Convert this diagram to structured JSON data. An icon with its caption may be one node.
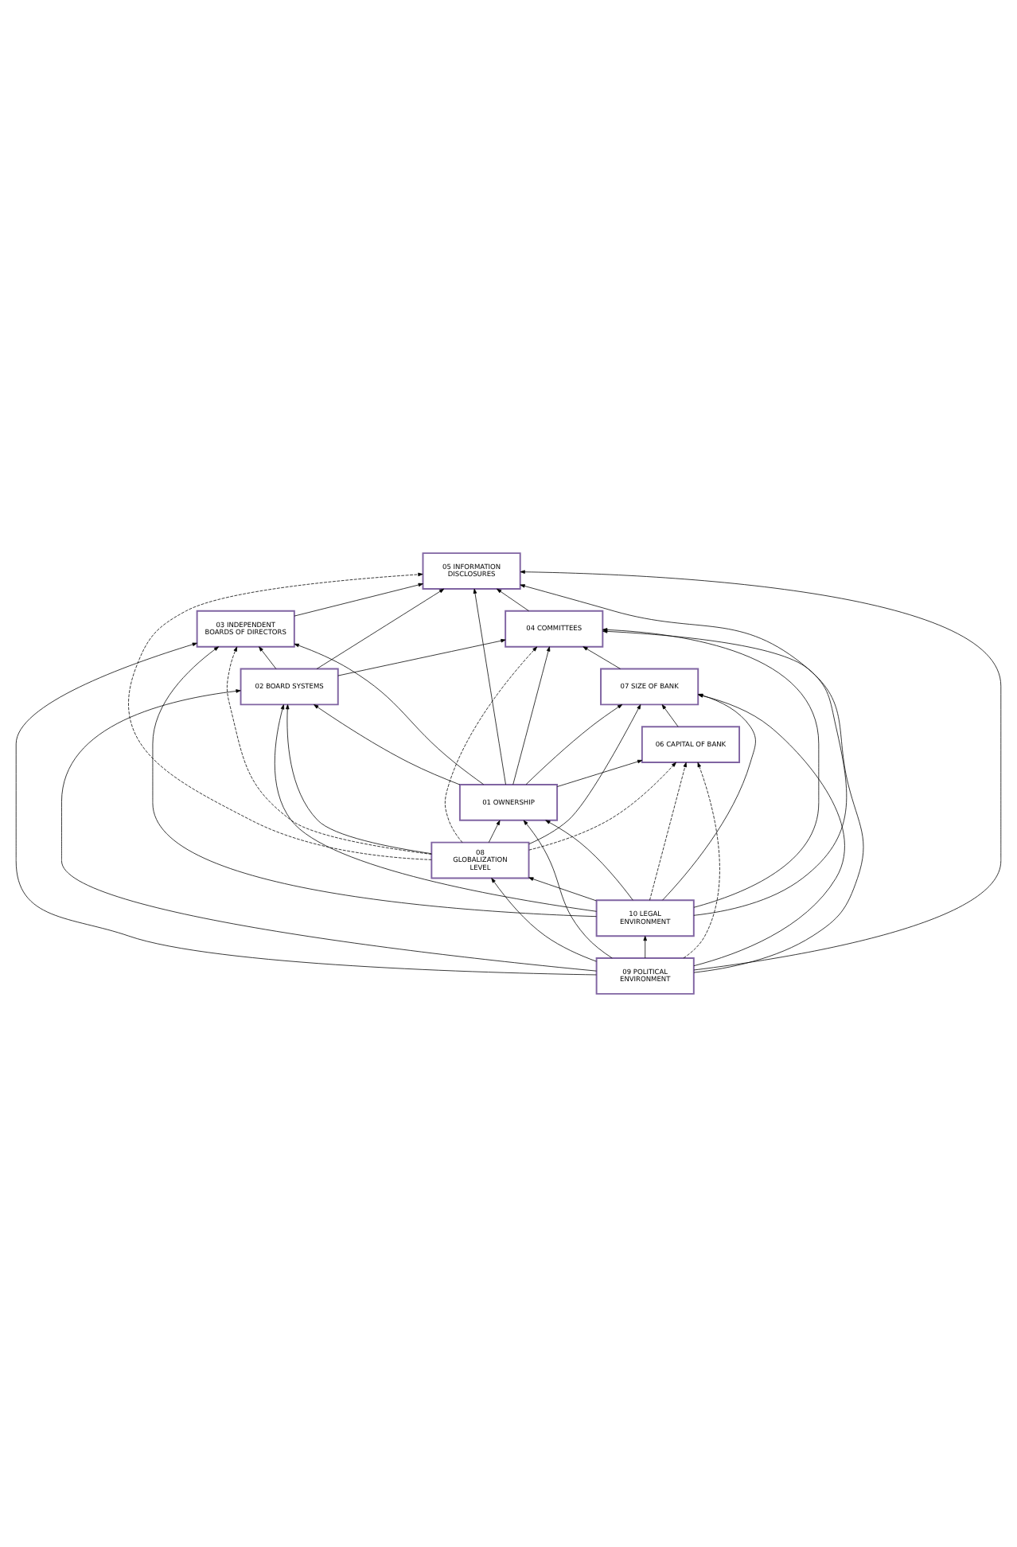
{
  "diagram": {
    "nodes": [
      {
        "text": [
          "05 INFORMATION DISCLOSURES"
        ]
      },
      {
        "text": [
          "03 INDEPENDENT BOARDS OF DIRECTORS"
        ]
      },
      {
        "text": [
          "04 COMMITTEES"
        ]
      },
      {
        "text": [
          "02 BOARD SYSTEMS"
        ]
      },
      {
        "text": [
          "07 SIZE OF BANK"
        ]
      },
      {
        "text": [
          "06 CAPITAL OF BANK"
        ]
      },
      {
        "text": [
          "01 OWNERSHIP"
        ]
      },
      {
        "text": [
          "08 GLOBALIZATION LEVEL"
        ]
      },
      {
        "text": [
          "10 LEGAL ENVIRONMENT"
        ]
      },
      {
        "text": [
          "09 POLITICAL ENVIRONMENT"
        ]
      }
    ],
    "edges": [
      {
        "from": 1,
        "to": 0,
        "arrow": "to"
      },
      {
        "from": 2,
        "to": 0,
        "arrow": "to"
      },
      {
        "from": 3,
        "to": 1,
        "arrow": "to"
      },
      {
        "from": 3,
        "to": 2,
        "arrow": "to"
      },
      {
        "from": 4,
        "to": 2,
        "arrow": "to"
      },
      {
        "from": 5,
        "to": 4,
        "arrow": "to"
      },
      {
        "from": 6,
        "to": 5,
        "arrow": "to"
      },
      {
        "from": 7,
        "to": 6,
        "arrow": "to"
      },
      {
        "from": 8,
        "to": 7,
        "arrow": "to"
      },
      {
        "from": 9,
        "to": 8,
        "arrow": "to"
      },
      {
        "from": 3,
        "to": 0,
        "arrow": "to"
      },
      {
        "from": 6,
        "to": 0,
        "arrow": "to"
      },
      {
        "from": 8,
        "to": 0,
        "arrow": "to"
      },
      {
        "from": 9,
        "to": 0,
        "arrow": "to"
      },
      {
        "from": 7,
        "to": 0,
        "arrow": "to",
        "style": "dashed"
      },
      {
        "from": 6,
        "to": 1,
        "arrow": "to"
      },
      {
        "from": 7,
        "to": 1,
        "arrow": "to",
        "style": "dashed"
      },
      {
        "from": 8,
        "to": 1,
        "arrow": "to"
      },
      {
        "from": 9,
        "to": 1,
        "arrow": "to"
      },
      {
        "from": 6,
        "to": 2,
        "arrow": "to"
      },
      {
        "from": 7,
        "to": 2,
        "arrow": "to",
        "style": "dashed"
      },
      {
        "from": 8,
        "to": 2,
        "arrow": "to"
      },
      {
        "from": 9,
        "to": 2,
        "arrow": "to"
      },
      {
        "from": 9,
        "to": 3,
        "arrow": "to"
      },
      {
        "from": 8,
        "to": 3,
        "arrow": "to"
      },
      {
        "from": 7,
        "to": 3,
        "arrow": "to"
      },
      {
        "from": 6,
        "to": 3,
        "arrow": "to"
      },
      {
        "from": 6,
        "to": 4,
        "arrow": "to"
      },
      {
        "from": 7,
        "to": 4,
        "arrow": "to"
      },
      {
        "from": 8,
        "to": 4,
        "arrow": "to"
      },
      {
        "from": 9,
        "to": 4,
        "arrow": "to"
      },
      {
        "from": 9,
        "to": 5,
        "arrow": "to",
        "style": "dashed"
      },
      {
        "from": 7,
        "to": 5,
        "arrow": "to",
        "style": "dashed"
      },
      {
        "from": 8,
        "to": 5,
        "arrow": "to",
        "style": "dashed"
      },
      {
        "from": 8,
        "to": 6,
        "arrow": "to"
      },
      {
        "from": 9,
        "to": 6,
        "arrow": "to"
      },
      {
        "from": 9,
        "to": 7,
        "arrow": "to"
      }
    ]
  }
}
